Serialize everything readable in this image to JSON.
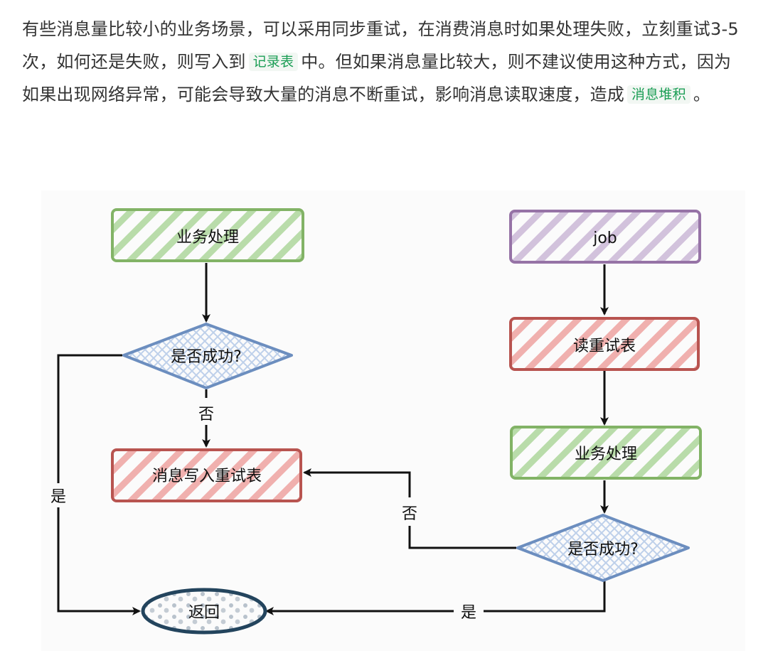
{
  "article": {
    "text_1": "有些消息量比较小的业务场景，可以采用同步重试，在消费消息时如果处理失败，立刻重试3-5次，如何还是失败，则写入到",
    "code_1": "记录表",
    "text_2": "中。但如果消息量比较大，则不建议使用这种方式，因为如果出现网络异常，可能会导致大量的消息不断重试，影响消息读取速度，造成",
    "code_2": "消息堆积",
    "text_3": "。"
  },
  "diagram": {
    "left_flow": {
      "process": "业务处理",
      "decision": "是否成功?",
      "no_label": "否",
      "write_retry": "消息写入重试表",
      "yes_label": "是"
    },
    "right_flow": {
      "job": "job",
      "read_retry": "读重试表",
      "process": "业务处理",
      "decision": "是否成功?",
      "no_label": "否",
      "yes_label": "是"
    },
    "return_label": "返回"
  },
  "colors": {
    "green_stroke": "#82b366",
    "green_hatch": "#b9dcaa",
    "purple_stroke": "#9673a6",
    "purple_hatch": "#d2c2dc",
    "red_stroke": "#b85450",
    "red_hatch": "#f0b0ae",
    "blue_stroke": "#6c8ebf",
    "blue_hatch": "#c5d6ee",
    "dark_stroke": "#23445d"
  }
}
